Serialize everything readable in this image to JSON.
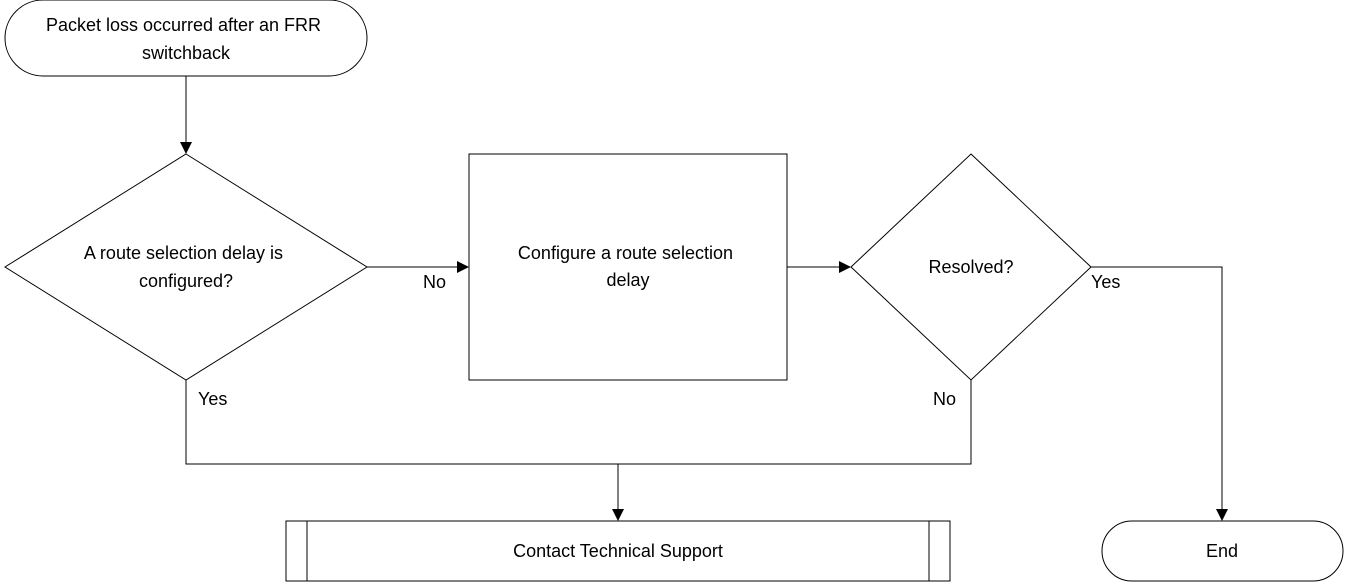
{
  "nodes": {
    "start": {
      "lines": [
        "Packet loss occurred after an FRR",
        "switchback"
      ]
    },
    "decision_delay": {
      "lines": [
        "A route selection delay is",
        "configured?"
      ]
    },
    "configure_delay": {
      "lines": [
        "Configure a route selection",
        "delay"
      ]
    },
    "decision_resolved": {
      "lines": [
        "Resolved?"
      ]
    },
    "contact_support": {
      "lines": [
        "Contact Technical Support"
      ]
    },
    "end": {
      "lines": [
        "End"
      ]
    }
  },
  "edge_labels": {
    "delay_no": "No",
    "delay_yes": "Yes",
    "resolved_yes": "Yes",
    "resolved_no": "No"
  }
}
